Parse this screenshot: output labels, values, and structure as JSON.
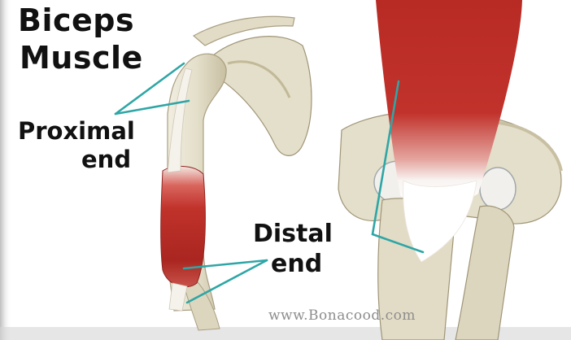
{
  "title_line1": "Biceps",
  "title_line2": "Muscle",
  "proximal_line1": "Proximal",
  "proximal_line2": "end",
  "distal_line1": "Distal",
  "distal_line2": "end",
  "watermark": "www.Bonacood.com",
  "colors": {
    "muscle": "#c0322b",
    "bone": "#e4dfca",
    "bone_shadow": "#b7ae92",
    "pointer": "#2fa6a6",
    "background": "#ffffff"
  }
}
